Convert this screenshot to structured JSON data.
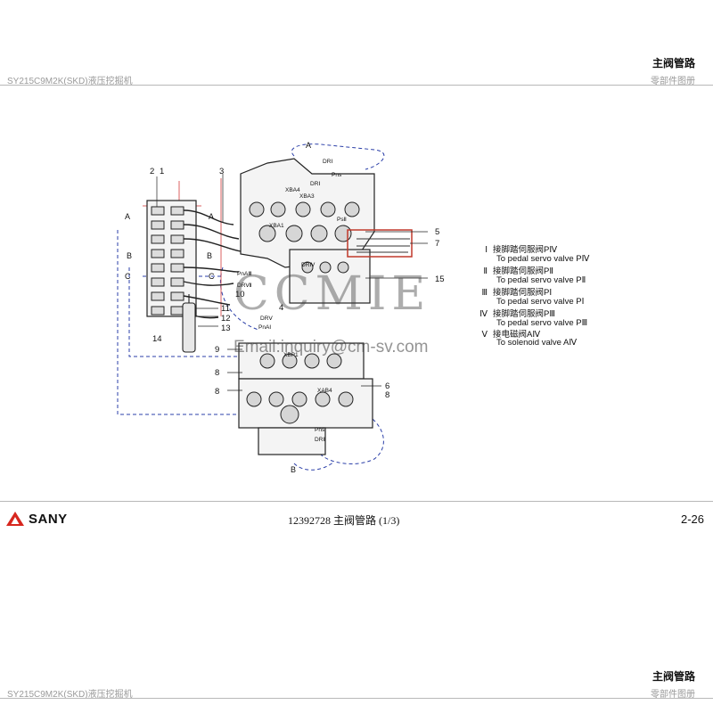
{
  "page1": {
    "header": {
      "title": "主阀管路",
      "subtitle": "零部件图册",
      "model": "SY215C9M2K(SKD)液压挖掘机"
    },
    "legend": [
      {
        "num": "Ⅰ",
        "cn": "接脚踏伺服阀PⅣ",
        "en": "To pedal servo valve PⅣ"
      },
      {
        "num": "Ⅱ",
        "cn": "接脚踏伺服阀PⅡ",
        "en": "To pedal servo valve PⅡ"
      },
      {
        "num": "Ⅲ",
        "cn": "接脚踏伺服阀PⅠ",
        "en": "To pedal servo valve PⅠ"
      },
      {
        "num": "Ⅳ",
        "cn": "接脚踏伺服阀PⅢ",
        "en": "To pedal servo valve PⅢ"
      },
      {
        "num": "Ⅴ",
        "cn": "接电磁阀AⅣ",
        "en": "To solenoid valve AⅣ"
      }
    ],
    "callouts": [
      "2",
      "1",
      "3",
      "4",
      "5",
      "7",
      "15",
      "11",
      "10",
      "12",
      "13",
      "14",
      "9",
      "8",
      "8",
      "6",
      "8"
    ],
    "section_marks": [
      "A",
      "A",
      "A",
      "B",
      "B",
      "B",
      "C",
      "C"
    ],
    "valve_labels": [
      "DRⅠ",
      "Pns",
      "DRⅠ",
      "PnAⅢ",
      "DRⅦ",
      "DRⅤ",
      "PnAⅠ",
      "DRⅣ",
      "Pns",
      "DRⅡ",
      "PsⅡ",
      "XBA1",
      "XBA4",
      "XBP1",
      "XAB4",
      "XBA3"
    ],
    "watermark": {
      "brand": "CCMIE",
      "email": "Email:inquiry@cm-sv.com"
    },
    "footer": {
      "brand": "SANY",
      "code": "12392728  主阀管路  (1/3)",
      "page": "2-26"
    }
  },
  "page2": {
    "header": {
      "title": "主阀管路",
      "subtitle": "零部件图册",
      "model": "SY215C9M2K(SKD)液压挖掘机"
    }
  },
  "colors": {
    "rule": "#b8b8b8",
    "header_gray": "#9a9a9a",
    "highlight_box": "#c0392b",
    "hose_blue": "#2b3fa8",
    "logo_red": "#d7261e"
  }
}
